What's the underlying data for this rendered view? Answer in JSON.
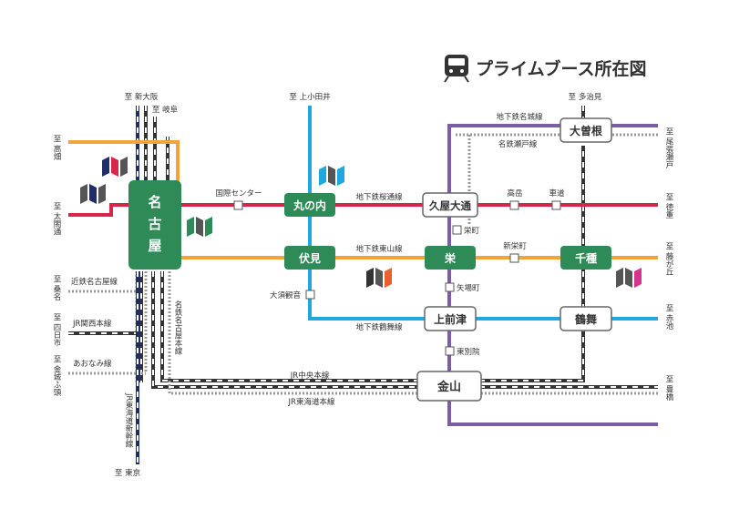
{
  "title": "プライムブース所在図",
  "colors": {
    "sakuradori": "#d7264a",
    "higashiyama": "#f0a43c",
    "meijo": "#7b5ea7",
    "tsurumai": "#20a6e0",
    "station_green": "#2e8b57",
    "jr": "#333333"
  },
  "lines": {
    "sakuradori": "地下鉄桜通線",
    "higashiyama": "地下鉄東山線",
    "tsurumai": "地下鉄鶴舞線",
    "meijo": "地下鉄名城線",
    "meitetsu_seto": "名鉄瀬戸線",
    "kintetsu": "近鉄名古屋線",
    "jr_kansai": "JR関西本線",
    "aonami": "あおなみ線",
    "jr_chuo": "JR中央本線",
    "jr_tokaido": "JR東海道本線",
    "meitetsu_nagoya": "名鉄名古屋本線",
    "shinkansen": "JR東海道新幹線"
  },
  "destinations": {
    "shin_osaka": "至 新大阪",
    "gifu": "至 岐阜",
    "kamiotai": "至 上小田井",
    "tajimi": "至 多治見",
    "takabata": "至 高畑",
    "taiko": "至 太閤通",
    "kuwana": "至 桑名",
    "yokkaichi": "至 四日市",
    "kinjofuto": "至 金城ふ頭",
    "tokyo": "至 東京",
    "owari_seto": "至 尾張瀬戸",
    "tokushige": "至 徳重",
    "fujigaoka": "至 藤が丘",
    "akaike": "至 赤池",
    "toyohashi": "至 豊橋"
  },
  "stations": {
    "nagoya": "名古屋",
    "marunouchi": "丸の内",
    "fushimi": "伏見",
    "sakae": "栄",
    "chikusa": "千種",
    "hisaya": "久屋大通",
    "ozone": "大曽根",
    "kamimaezu": "上前津",
    "tsurumai": "鶴舞",
    "kanayama": "金山",
    "kokusai": "国際センター",
    "takaoka": "高岳",
    "kurumamichi": "車道",
    "sakaemachi": "栄町",
    "shinsakae": "新栄町",
    "osu": "大須観音",
    "yabacho": "矢場町",
    "higashibetsuin": "東別院"
  },
  "icons": [
    "train-icon",
    "prime-booth-logo"
  ]
}
